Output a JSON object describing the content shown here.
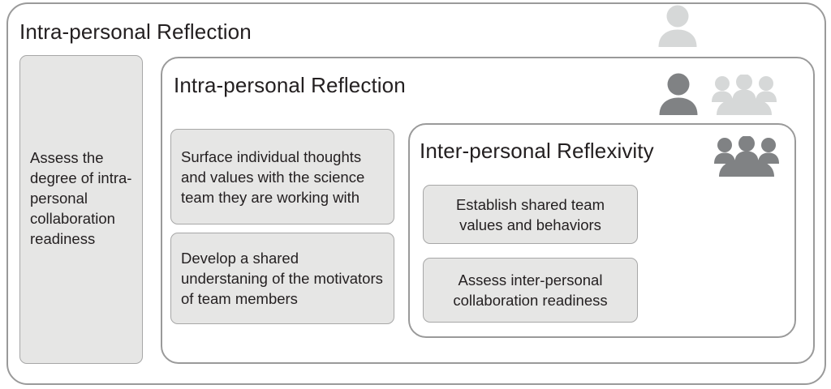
{
  "diagram": {
    "outer": {
      "title": "Intra-personal Reflection",
      "icon": "person-icon",
      "icon_color": "#d6d8d8",
      "card": {
        "text": "Assess the degree of intra-personal collaboration readiness"
      }
    },
    "middle": {
      "title": "Intra-personal Reflection",
      "icons": [
        {
          "name": "person-icon",
          "color": "#808284"
        },
        {
          "name": "group-of-three-icon",
          "color": "#d6d8d8"
        }
      ],
      "cards": [
        {
          "text": "Surface individual thoughts and values with the science team they are working with"
        },
        {
          "text": "Develop a shared understaning of the motivators of team members"
        }
      ]
    },
    "inner": {
      "title": "Inter-personal Reflexivity",
      "icon": "group-of-three-icon",
      "icon_color": "#808284",
      "cards": [
        {
          "text": "Establish shared team values and behaviors"
        },
        {
          "text": "Assess inter-personal collaboration readiness"
        }
      ]
    },
    "colors": {
      "card_fill": "#e6e6e5",
      "card_border": "#a7a7a7",
      "panel_border": "#9a9a9a",
      "text": "#231f20",
      "icon_dark": "#808284",
      "icon_light": "#d6d8d8",
      "background": "#ffffff"
    }
  }
}
